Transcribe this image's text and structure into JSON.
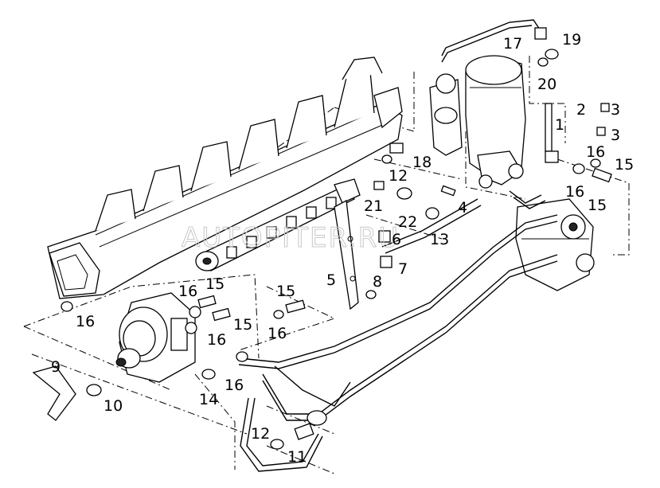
{
  "watermark": "AUTOPITER.RU",
  "callouts": {
    "c1": "1",
    "c2": "2",
    "c3a": "3",
    "c3b": "3",
    "c4": "4",
    "c5": "5",
    "c6": "6",
    "c7": "7",
    "c8": "8",
    "c9": "9",
    "c10": "10",
    "c11": "11",
    "c12a": "12",
    "c12b": "12",
    "c13": "13",
    "c14": "14",
    "c15a": "15",
    "c15b": "15",
    "c15c": "15",
    "c15d": "15",
    "c15e": "15",
    "c16a": "16",
    "c16b": "16",
    "c16c": "16",
    "c16d": "16",
    "c16e": "16",
    "c16f": "16",
    "c17": "17",
    "c18": "18",
    "c19": "19",
    "c20": "20",
    "c21": "21",
    "c22": "22"
  }
}
